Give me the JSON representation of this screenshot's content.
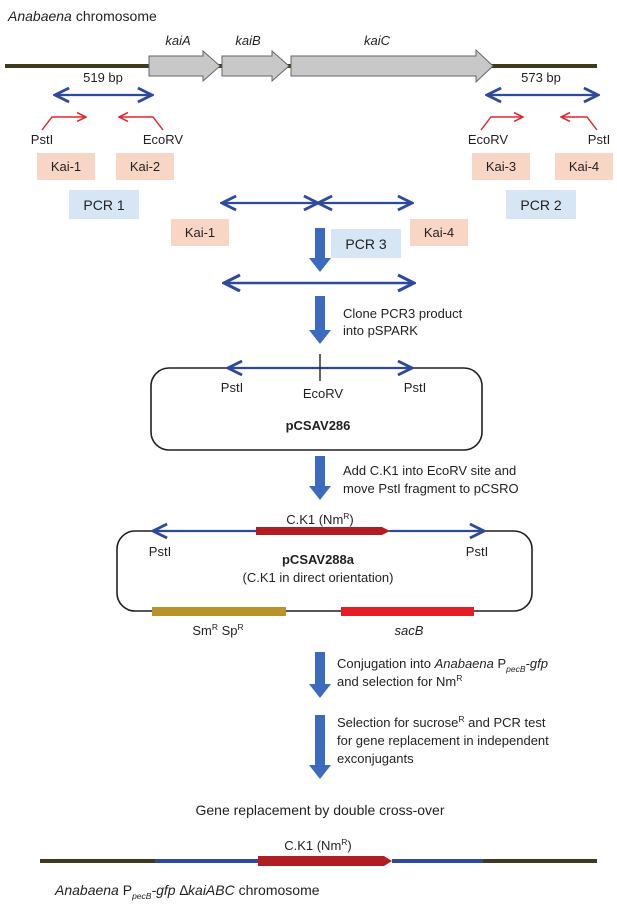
{
  "header": {
    "organism": "Anabaena",
    "chromosome_word": "chromosome"
  },
  "genes": {
    "kaiA": "kaiA",
    "kaiB": "kaiB",
    "kaiC": "kaiC"
  },
  "fragments": {
    "left_size": "519 bp",
    "right_size": "573 bp"
  },
  "sites": {
    "psti": "PstI",
    "ecorv": "EcoRV"
  },
  "primers": {
    "kai1": "Kai-1",
    "kai2": "Kai-2",
    "kai3": "Kai-3",
    "kai4": "Kai-4"
  },
  "pcr": {
    "pcr1": "PCR 1",
    "pcr2": "PCR 2",
    "pcr3": "PCR 3"
  },
  "steps": {
    "step1_line1": "Clone PCR3 product",
    "step1_line2": "into pSPARK",
    "step2_line1": "Add C.K1 into EcoRV site and",
    "step2_line2": "move PstI fragment to pCSRO",
    "step3_prefix": "Conjugation into ",
    "step3_organism": "Anabaena",
    "step3_P": " P",
    "step3_sub": "pecB",
    "step3_gfp": "-gfp",
    "step3_line2": "and selection for Nm",
    "step3_sup": "R",
    "step4_line1": "Selection for sucrose",
    "step4_sup": "R",
    "step4_line1_rest": " and PCR test",
    "step4_line2": "for gene replacement in independent",
    "step4_line3": "exconjugants"
  },
  "plasmid1": {
    "name": "pCSAV286"
  },
  "plasmid2": {
    "name": "pCSAV288a",
    "note": "(C.K1 in direct orientation)",
    "cassette": "C.K1 (Nm",
    "cassette_sup": "R",
    "cassette_close": ")",
    "sm": "Sm",
    "sp": " Sp",
    "r": "R",
    "sacB": "sacB"
  },
  "result": {
    "title": "Gene replacement by double cross-over",
    "cassette": "C.K1 (Nm",
    "cassette_sup": "R",
    "cassette_close": ")",
    "final_organism": "Anabaena",
    "final_P": " P",
    "final_sub": "pecB",
    "final_gfp": "-gfp",
    "final_delta": " ∆kaiABC",
    "final_word": " chromosome"
  },
  "colors": {
    "chromosome": "#3f3a1e",
    "gene_fill": "#c8c8c8",
    "blue_arrow": "#2e4a9e",
    "red_primer": "#e0252b",
    "primer_box": "#f7d6c6",
    "pcr_box": "#d6e6f5",
    "flow_arrow": "#3a6bbf",
    "cassette": "#b01e24",
    "sm_bar": "#b8922a",
    "sacb_bar": "#e31e24"
  }
}
